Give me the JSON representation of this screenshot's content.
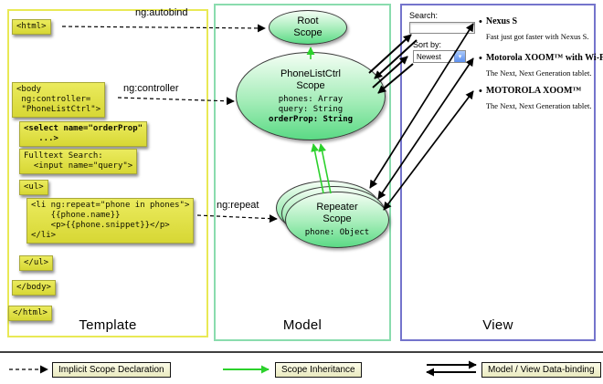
{
  "panels": {
    "template_label": "Template",
    "model_label": "Model",
    "view_label": "View"
  },
  "template_code": {
    "html_open": "<html>",
    "body_open": "<body\n ng:controller=\n \"PhoneListCtrl\">",
    "select": "<select name=\"orderProp\"\n   ...>",
    "fulltext": "Fulltext Search:\n  <input name=\"query\">",
    "ul_open": "<ul>",
    "li_repeat": "<li ng:repeat=\"phone in phones\">\n    {{phone.name}}\n    <p>{{phone.snippet}}</p>\n</li>",
    "ul_close": "</ul>",
    "body_close": "</body>",
    "html_close": "</html>"
  },
  "arrow_labels": {
    "autobind": "ng:autobind",
    "controller": "ng:controller",
    "repeat": "ng:repeat"
  },
  "model": {
    "root_scope_title": "Root\nScope",
    "phonelist_title": "PhoneListCtrl\nScope",
    "phonelist_props": [
      "phones: Array",
      "query: String",
      "orderProp: String"
    ],
    "repeater_title": "Repeater\nScope",
    "repeater_prop": "phone: Object"
  },
  "view": {
    "search_label": "Search:",
    "search_value": "",
    "sort_label": "Sort by:",
    "sort_value": "Newest",
    "items": [
      {
        "name": "Nexus S",
        "desc": "Fast just got faster with Nexus S."
      },
      {
        "name": "Motorola XOOM™ with Wi-Fi",
        "desc": "The Next, Next Generation tablet."
      },
      {
        "name": "MOTOROLA XOOM™",
        "desc": "The Next, Next Generation tablet."
      }
    ]
  },
  "legend": {
    "implicit": "Implicit Scope Declaration",
    "inheritance": "Scope Inheritance",
    "databinding": "Model / View Data-binding"
  }
}
